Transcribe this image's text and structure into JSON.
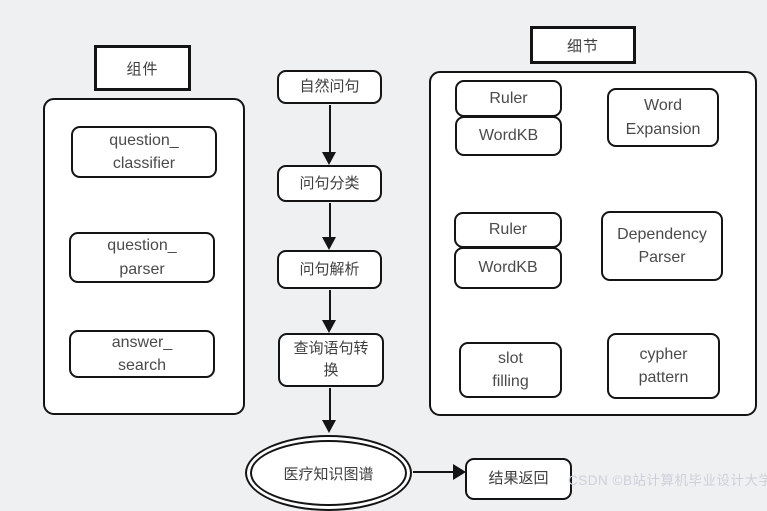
{
  "colors": {
    "background": "#eff0f2",
    "border": "#141414",
    "box_fill": "#ffffff",
    "text": "#3f3f3f",
    "watermark": "#cdd0da"
  },
  "left_panel": {
    "title": "组件",
    "items": [
      {
        "label": "question_\nclassifier"
      },
      {
        "label": "question_\nparser"
      },
      {
        "label": "answer_\nsearch"
      }
    ]
  },
  "flow": {
    "steps": [
      {
        "label": "自然问句"
      },
      {
        "label": "问句分类"
      },
      {
        "label": "问句解析"
      },
      {
        "label": "查询语句转\n换"
      }
    ],
    "knowledge_graph_label": "医疗知识图谱",
    "result_label": "结果返回"
  },
  "right_panel": {
    "title": "细节",
    "row1": {
      "stack_top": "Ruler",
      "stack_bottom": "WordKB",
      "side": "Word\nExpansion"
    },
    "row2": {
      "stack_top": "Ruler",
      "stack_bottom": "WordKB",
      "side": "Dependency\nParser"
    },
    "row3": {
      "left": "slot\nfilling",
      "right": "cypher\npattern"
    }
  },
  "watermark_text": "CSDN ©B站计算机毕业设计大学"
}
